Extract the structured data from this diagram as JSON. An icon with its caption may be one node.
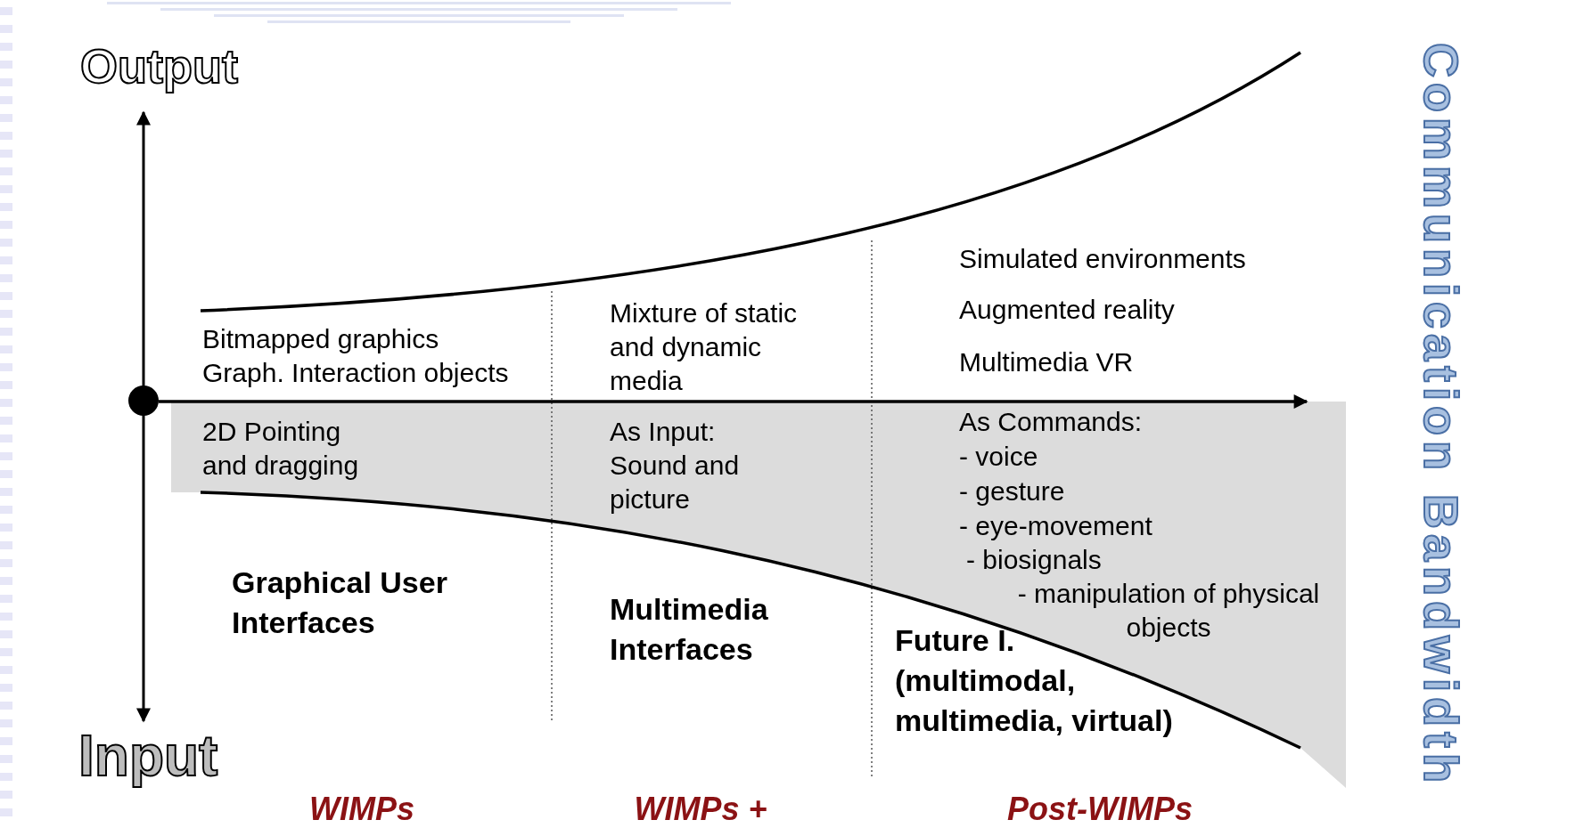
{
  "diagram": {
    "labels": [
      "Output",
      "Communication Bandwidth",
      "Simulated environments",
      "Augmented reality",
      "Mixture of static and dynamic media",
      "Bitmapped graphics",
      "Graph. Interaction objects",
      "Multimedia VR",
      "2D Pointing and dragging",
      "As Input: Sound and picture",
      "As Commands:",
      "- voice",
      "- gesture",
      "- eye-movement",
      "- biosignals",
      "- manipulation of physical objects",
      "Graphical User Interfaces",
      "Multimedia Interfaces",
      "Future I.",
      "(multimodal, multimedia, virtual)",
      "Input",
      "WIMPs",
      "WIMPs +",
      "Post-WIMPs"
    ]
  }
}
